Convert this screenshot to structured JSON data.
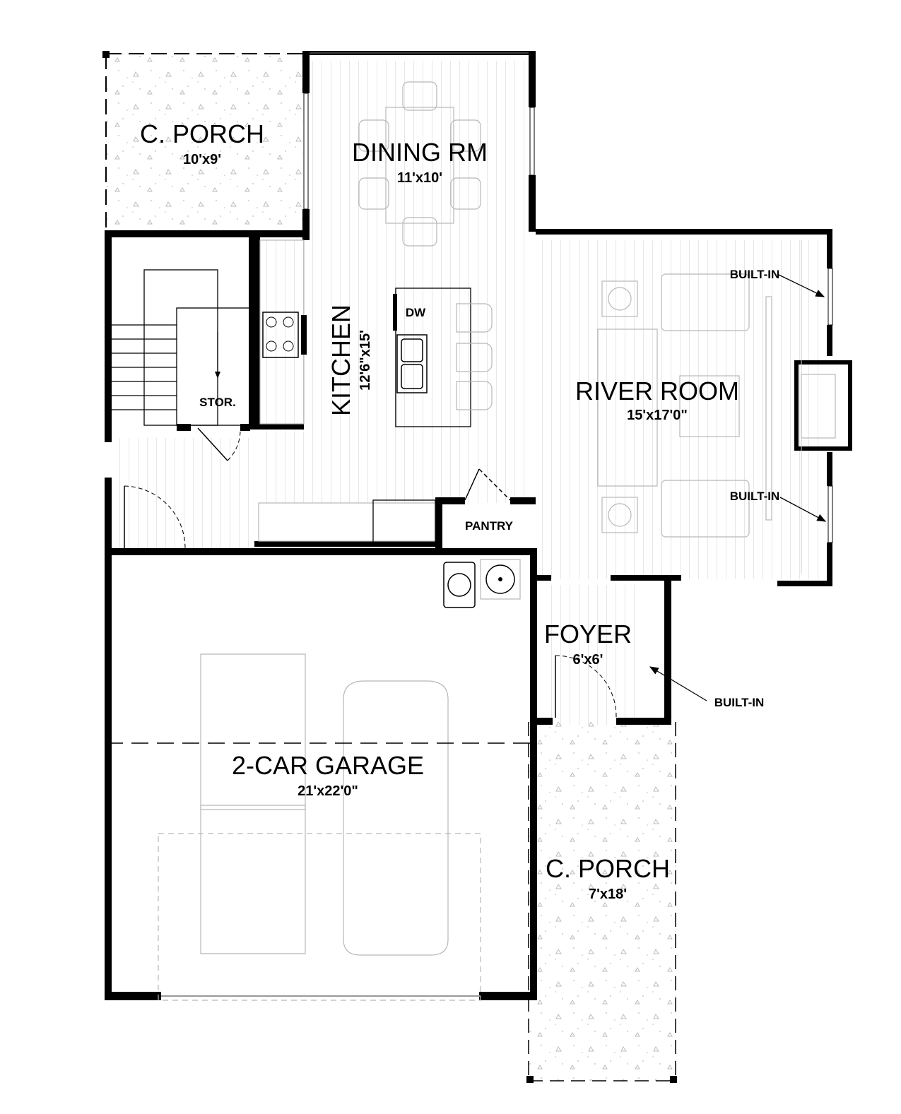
{
  "rooms": {
    "porch_top": {
      "name": "C. PORCH",
      "size": "10'x9'"
    },
    "dining": {
      "name": "DINING RM",
      "size": "11'x10'"
    },
    "kitchen": {
      "name": "KITCHEN",
      "size": "12'6\"x15'"
    },
    "river_room": {
      "name": "RIVER ROOM",
      "size": "15'x17'0\""
    },
    "foyer": {
      "name": "FOYER",
      "size": "6'x6'"
    },
    "garage": {
      "name": "2-CAR GARAGE",
      "size": "21'x22'0\""
    },
    "porch_bottom": {
      "name": "C. PORCH",
      "size": "7'x18'"
    }
  },
  "labels": {
    "dw": "DW",
    "stor": "STOR.",
    "pantry": "PANTRY",
    "builtin_1": "BUILT-IN",
    "builtin_2": "BUILT-IN",
    "builtin_3": "BUILT-IN"
  }
}
